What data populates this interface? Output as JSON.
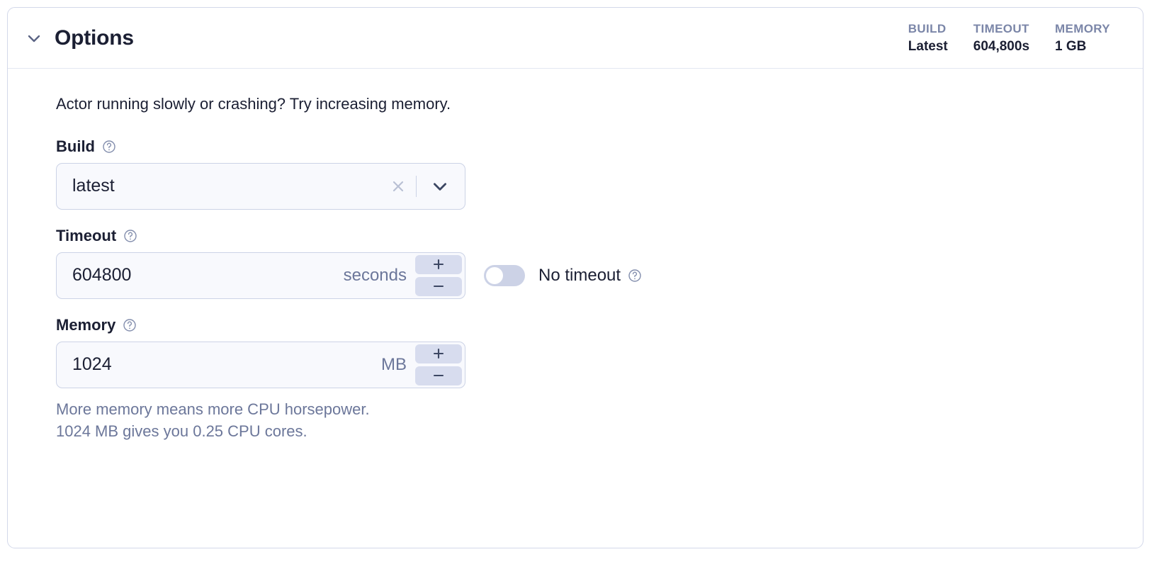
{
  "panel": {
    "title": "Options",
    "collapse_icon": "chevron-down-icon",
    "stats": [
      {
        "label": "BUILD",
        "value": "Latest"
      },
      {
        "label": "TIMEOUT",
        "value": "604,800s"
      },
      {
        "label": "MEMORY",
        "value": "1 GB"
      }
    ],
    "intro": "Actor running slowly or crashing? Try increasing memory."
  },
  "build": {
    "label": "Build",
    "help_icon": "help-circle-icon",
    "value": "latest",
    "clear_icon": "clear-x-icon",
    "dropdown_icon": "chevron-down-icon"
  },
  "timeout": {
    "label": "Timeout",
    "help_icon": "help-circle-icon",
    "value": "604800",
    "unit": "seconds",
    "increment_label": "+",
    "decrement_label": "−",
    "no_timeout": {
      "label": "No timeout",
      "enabled": false,
      "help_icon": "help-circle-icon"
    }
  },
  "memory": {
    "label": "Memory",
    "help_icon": "help-circle-icon",
    "value": "1024",
    "unit": "MB",
    "increment_label": "+",
    "decrement_label": "−",
    "hint_line_1": "More memory means more CPU horsepower.",
    "hint_line_2": "1024 MB gives you 0.25 CPU cores."
  },
  "colors": {
    "card_border": "#d3d8ea",
    "field_bg": "#f8f9fd",
    "field_border": "#ccd3e6",
    "muted_text": "#6c779a",
    "stat_label": "#7b86a8",
    "stepper_bg": "#d7dcee",
    "text": "#1b1f33"
  }
}
